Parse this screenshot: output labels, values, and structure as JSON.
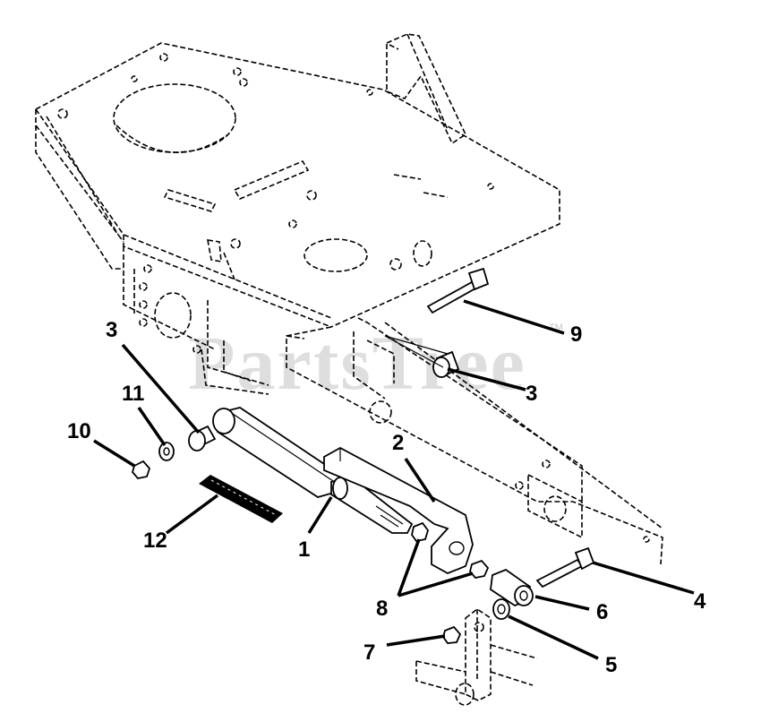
{
  "watermark": {
    "text": "PartsTree",
    "mark": "TM"
  },
  "callouts": [
    {
      "id": "c1",
      "label": "1"
    },
    {
      "id": "c2",
      "label": "2"
    },
    {
      "id": "c3a",
      "label": "3"
    },
    {
      "id": "c3b",
      "label": "3"
    },
    {
      "id": "c4",
      "label": "4"
    },
    {
      "id": "c5",
      "label": "5"
    },
    {
      "id": "c6",
      "label": "6"
    },
    {
      "id": "c7",
      "label": "7"
    },
    {
      "id": "c8",
      "label": "8"
    },
    {
      "id": "c9",
      "label": "9"
    },
    {
      "id": "c10",
      "label": "10"
    },
    {
      "id": "c11",
      "label": "11"
    },
    {
      "id": "c12",
      "label": "12"
    }
  ]
}
